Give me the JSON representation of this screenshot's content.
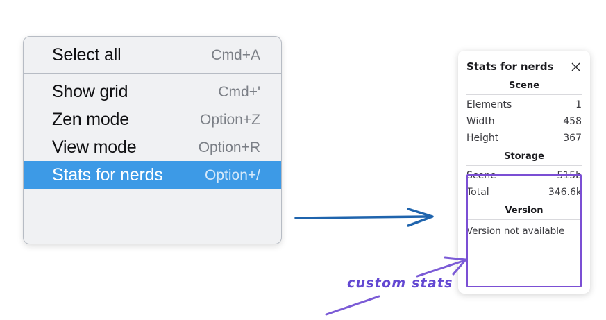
{
  "context_menu": {
    "name": "canvas-context-menu",
    "groups": [
      {
        "items": [
          {
            "label": "Select all",
            "shortcut": "Cmd+A",
            "selected": false
          }
        ]
      },
      {
        "items": [
          {
            "label": "Show grid",
            "shortcut": "Cmd+'",
            "selected": false
          },
          {
            "label": "Zen mode",
            "shortcut": "Option+Z",
            "selected": false
          },
          {
            "label": "View mode",
            "shortcut": "Option+R",
            "selected": false
          },
          {
            "label": "Stats for nerds",
            "shortcut": "Option+/",
            "selected": true
          }
        ]
      }
    ],
    "highlight_color": "#3d9ae6",
    "background_color": "#f0f1f3"
  },
  "stats_panel": {
    "title": "Stats for nerds",
    "close_icon": "close-icon",
    "sections": [
      {
        "title": "Scene",
        "rows": [
          {
            "label": "Elements",
            "value": "1"
          },
          {
            "label": "Width",
            "value": "458"
          },
          {
            "label": "Height",
            "value": "367"
          }
        ]
      },
      {
        "title": "Storage",
        "rows": [
          {
            "label": "Scene",
            "value": "515b"
          },
          {
            "label": "Total",
            "value": "346.6k"
          }
        ]
      },
      {
        "title": "Version",
        "note": "Version not available"
      }
    ],
    "highlight_color": "#7b4fd4"
  },
  "annotations": {
    "label": "custom stats",
    "label_color": "#6348d2",
    "blue_arrow_color": "#1f64ad",
    "purple_arrow_color": "#7b5bd6"
  }
}
